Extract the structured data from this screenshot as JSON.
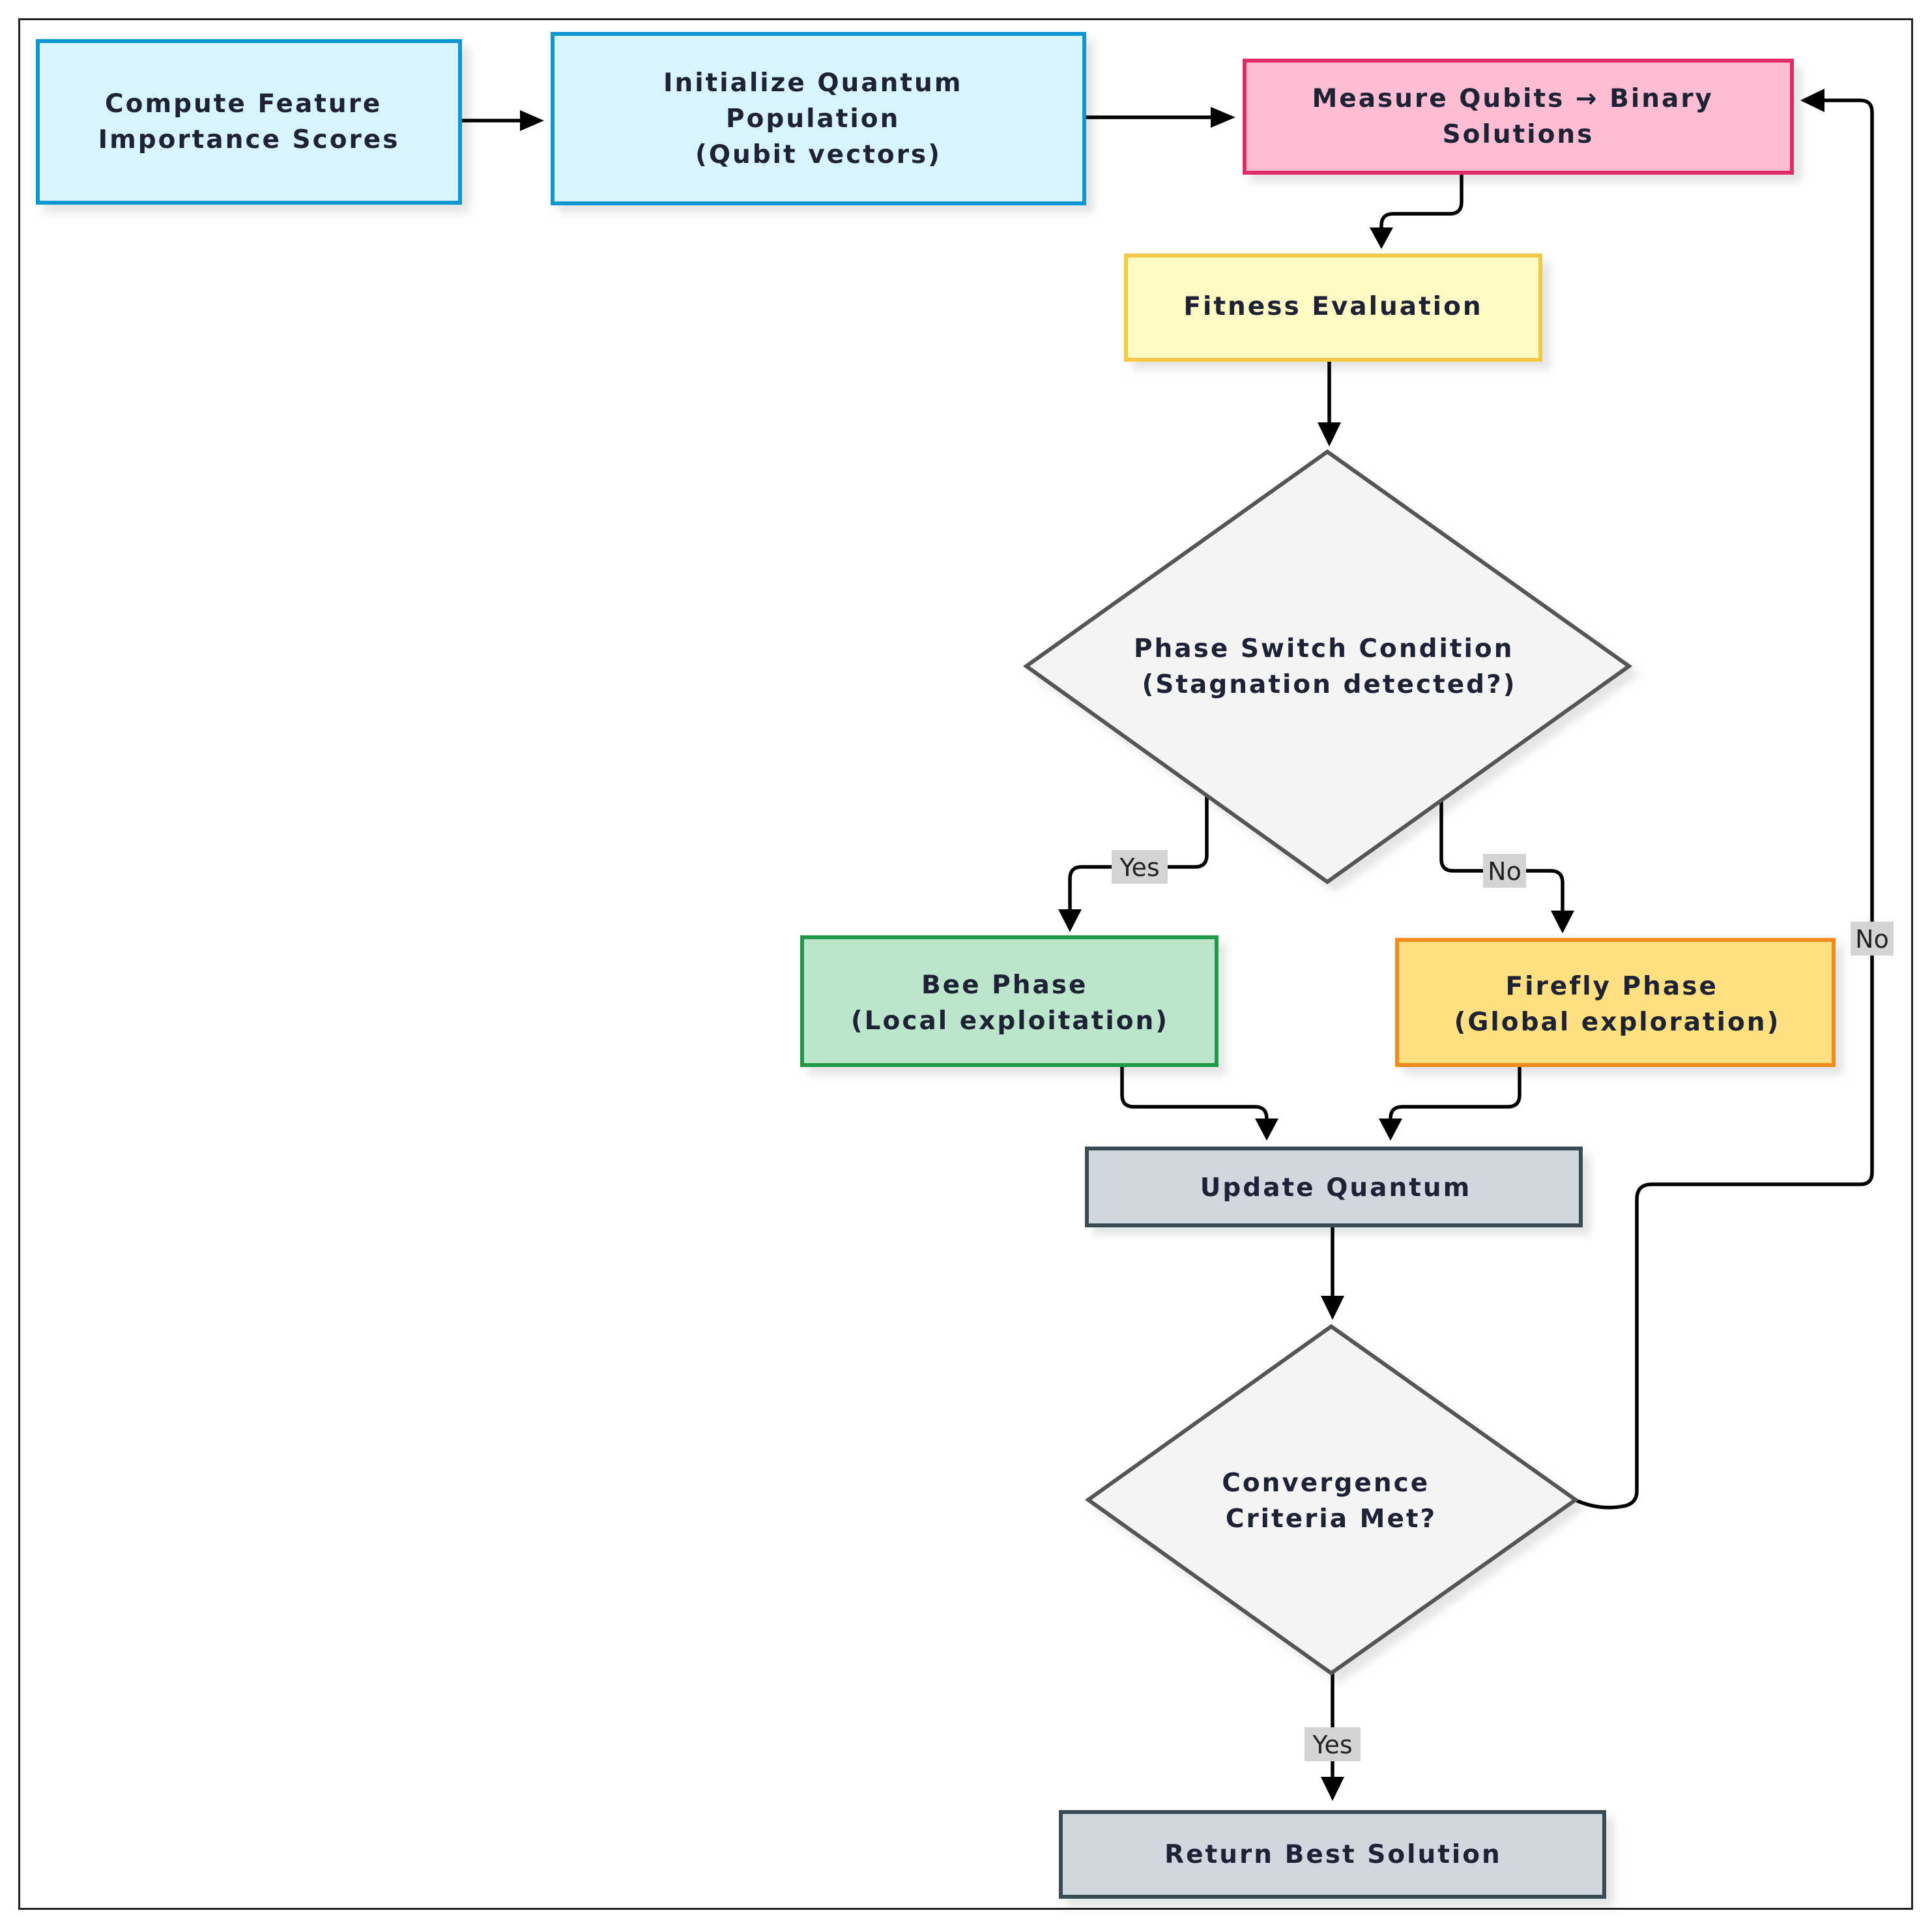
{
  "colors": {
    "blue_fill": "#d8f4fc",
    "blue_stroke": "#0a96d4",
    "pink_fill": "#ffbdd3",
    "pink_stroke": "#e0296b",
    "yellow_fill": "#fff9c4",
    "yellow_stroke": "#f5c84a",
    "gray_fill": "#f4f4f4",
    "gray_stroke": "#555555",
    "green_fill": "#bce6cc",
    "green_stroke": "#1f9a45",
    "orange_fill": "#ffe080",
    "orange_stroke": "#f58a1e",
    "slate_fill": "#cfd8df",
    "slate_stroke": "#3b4b55",
    "label_bg": "#d4d4d4"
  },
  "nodes": {
    "compute_feature": {
      "lines": [
        "Compute Feature",
        "Importance Scores"
      ]
    },
    "init_quantum": {
      "lines": [
        "Initialize Quantum",
        "Population",
        "(Qubit vectors)"
      ]
    },
    "measure_qubits": {
      "lines": [
        "Measure Qubits → Binary",
        "Solutions"
      ]
    },
    "fitness_eval": {
      "lines": [
        "Fitness Evaluation"
      ]
    },
    "phase_switch": {
      "lines": [
        "Phase Switch Condition",
        "(Stagnation detected?)"
      ]
    },
    "bee_phase": {
      "lines": [
        "Bee Phase",
        "(Local exploitation)"
      ]
    },
    "firefly_phase": {
      "lines": [
        "Firefly Phase",
        "(Global exploration)"
      ]
    },
    "update_quantum": {
      "lines": [
        "Update Quantum"
      ]
    },
    "convergence": {
      "lines": [
        "Convergence",
        "Criteria Met?"
      ]
    },
    "return_best": {
      "lines": [
        "Return Best Solution"
      ]
    }
  },
  "edge_labels": {
    "phase_yes": "Yes",
    "phase_no": "No",
    "converge_no": "No",
    "converge_yes": "Yes"
  }
}
